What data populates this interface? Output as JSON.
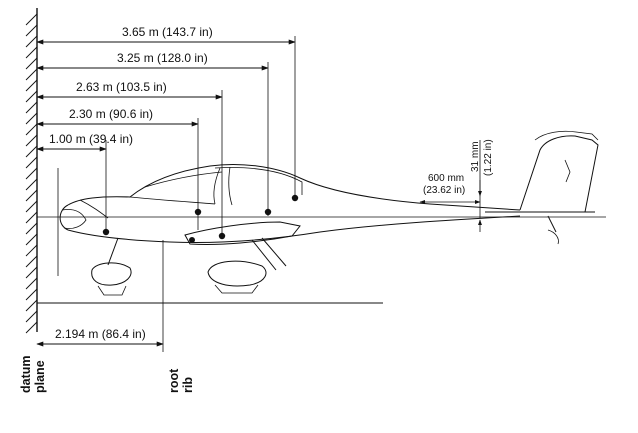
{
  "dimensions": [
    {
      "label": "3.65 m (143.7 in)"
    },
    {
      "label": "3.25 m (128.0 in)"
    },
    {
      "label": "2.63 m (103.5 in)"
    },
    {
      "label": "2.30 m (90.6 in)"
    },
    {
      "label": "1.00 m (39.4 in)"
    }
  ],
  "root_rib_dimension": {
    "label": "2.194 m (86.4 in)"
  },
  "tail": {
    "horizontal_mm": "600 mm",
    "horizontal_in": "(23.62 in)",
    "vertical_mm": "31 mm",
    "vertical_in": "(1.22 in)"
  },
  "labels": {
    "datum_line1": "datum",
    "datum_line2": "plane",
    "root_line1": "root",
    "root_line2": "rib"
  }
}
